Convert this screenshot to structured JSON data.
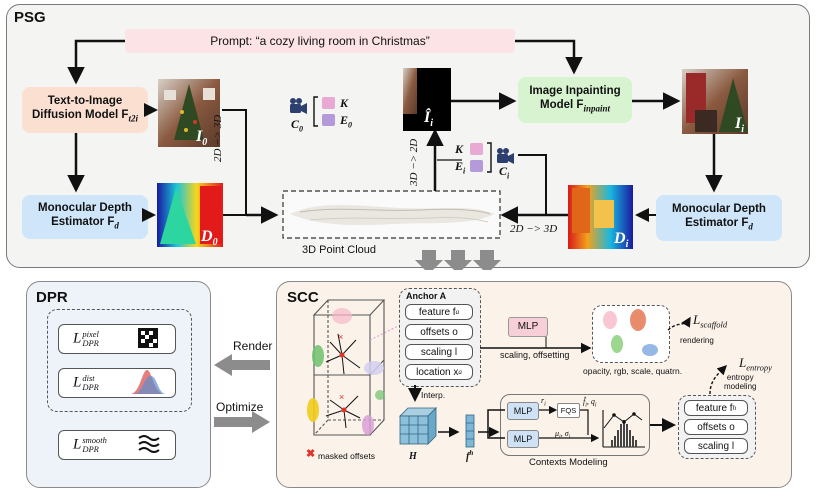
{
  "psg": {
    "title": "PSG",
    "prompt": "Prompt: “a cozy living room in Christmas”",
    "t2i_line1": "Text-to-Image",
    "t2i_line2": "Diffusion Model F",
    "t2i_sub": "t2i",
    "depth_left_line1": "Monocular Depth",
    "depth_left_line2": "Estimator F",
    "depth_left_sub": "d",
    "depth_right_line1": "Monocular Depth",
    "depth_right_line2": "Estimator F",
    "depth_right_sub": "d",
    "inpaint_line1": "Image Inpainting",
    "inpaint_line2": "Model F",
    "inpaint_sub": "inpaint",
    "label_I0": "I",
    "label_I0_sub": "0",
    "label_D0": "D",
    "label_D0_sub": "0",
    "label_Ihat": "Î",
    "label_Ihat_sub": "i",
    "label_Ii": "I",
    "label_Ii_sub": "i",
    "label_Di": "D",
    "label_Di_sub": "i",
    "cam_C0": "C",
    "cam_C0_sub": "0",
    "cam_Ci": "C",
    "cam_Ci_sub": "i",
    "K_left": "K",
    "E_left": "E",
    "E_left_sub": "0",
    "K_mid": "K",
    "E_mid": "E",
    "E_mid_sub": "i",
    "arrow_2d3d_left": "2D −> 3D",
    "arrow_3d2d": "3D −> 2D",
    "arrow_2d3d_right": "2D −> 3D",
    "point_cloud_label": "3D Point Cloud"
  },
  "dpr": {
    "title": "DPR",
    "loss_pixel": "L",
    "loss_pixel_sup": "pixel",
    "loss_pixel_sub": "DPR",
    "loss_dist": "L",
    "loss_dist_sup": "dist",
    "loss_dist_sub": "DPR",
    "loss_smooth": "L",
    "loss_smooth_sup": "smooth",
    "loss_smooth_sub": "DPR",
    "render_label": "Render",
    "optimize_label": "Optimize"
  },
  "scc": {
    "title": "SCC",
    "anchor_title": "Anchor A",
    "anchor_rows": [
      "feature f",
      "offsets o",
      "scaling l",
      "location x"
    ],
    "anchor_sups": [
      "a",
      "",
      "",
      "a"
    ],
    "mlp_top": "MLP",
    "scaling_offsetting": "scaling, offsetting",
    "attr_caption": "opacity, rgb, scale, quatrn.",
    "loss_scaffold": "L",
    "loss_scaffold_sub": "scaffold",
    "rendering": "rendering",
    "interp": "Interp.",
    "masked_offsets": "masked offsets",
    "hash_label": "H",
    "fh_label": "f",
    "fh_sup": "h",
    "mlp_a": "MLP",
    "mlp_b": "MLP",
    "fqs": "FQS",
    "r_i": "r",
    "f_hat": "f̂",
    "q_i": "q",
    "mu_sigma": "μ",
    "contexts_modeling": "Contexts Modeling",
    "loss_entropy": "L",
    "loss_entropy_sub": "entropy",
    "entropy_modeling_1": "entropy",
    "entropy_modeling_2": "modeling",
    "out_rows": [
      "feature f",
      "offsets o",
      "scaling l"
    ],
    "out_sups": [
      "h",
      "",
      ""
    ]
  },
  "colors": {
    "prompt_bg": "#fbe3e6",
    "t2i_bg": "#fbe0d2",
    "depth_bg": "#cfe6fa",
    "inpaint_bg": "#d8f3d0",
    "dpr_bg": "#eef3f9",
    "scc_bg": "#fbf2ea",
    "k_pink": "#e8a9d3",
    "e_purple": "#b49ad9"
  }
}
